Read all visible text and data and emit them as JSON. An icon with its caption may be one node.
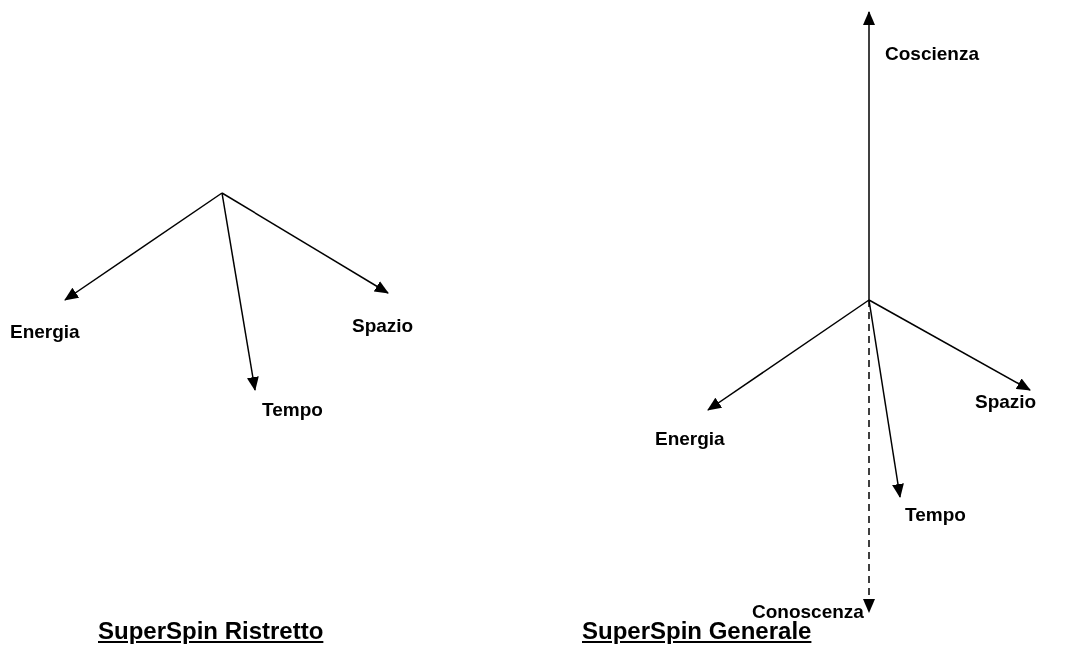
{
  "diagram": {
    "nodes": [
      {
        "text": [
          "Energia"
        ]
      },
      {
        "text": [
          "Tempo"
        ]
      },
      {
        "text": [
          "Spazio"
        ]
      },
      {
        "text": [
          "Coscienza"
        ]
      },
      {
        "text": [
          "Energia"
        ]
      },
      {
        "text": [
          "Spazio"
        ]
      },
      {
        "text": [
          "Tempo"
        ]
      },
      {
        "text": [
          "Conoscenza"
        ]
      }
    ],
    "edges": [
      {
        "from": null,
        "to": 0,
        "arrow": "to"
      },
      {
        "from": null,
        "to": 1,
        "arrow": "to"
      },
      {
        "from": null,
        "to": 2,
        "arrow": "to"
      },
      {
        "from": null,
        "to": 3,
        "arrow": "to"
      },
      {
        "from": null,
        "to": 4,
        "arrow": "to"
      },
      {
        "from": null,
        "to": 5,
        "arrow": "to"
      },
      {
        "from": null,
        "to": 6,
        "arrow": "to"
      },
      {
        "from": null,
        "to": 7,
        "arrow": "to",
        "style": "dashed"
      }
    ],
    "labels": [
      "SuperSpin Ristretto",
      "SuperSpin Generale"
    ]
  }
}
